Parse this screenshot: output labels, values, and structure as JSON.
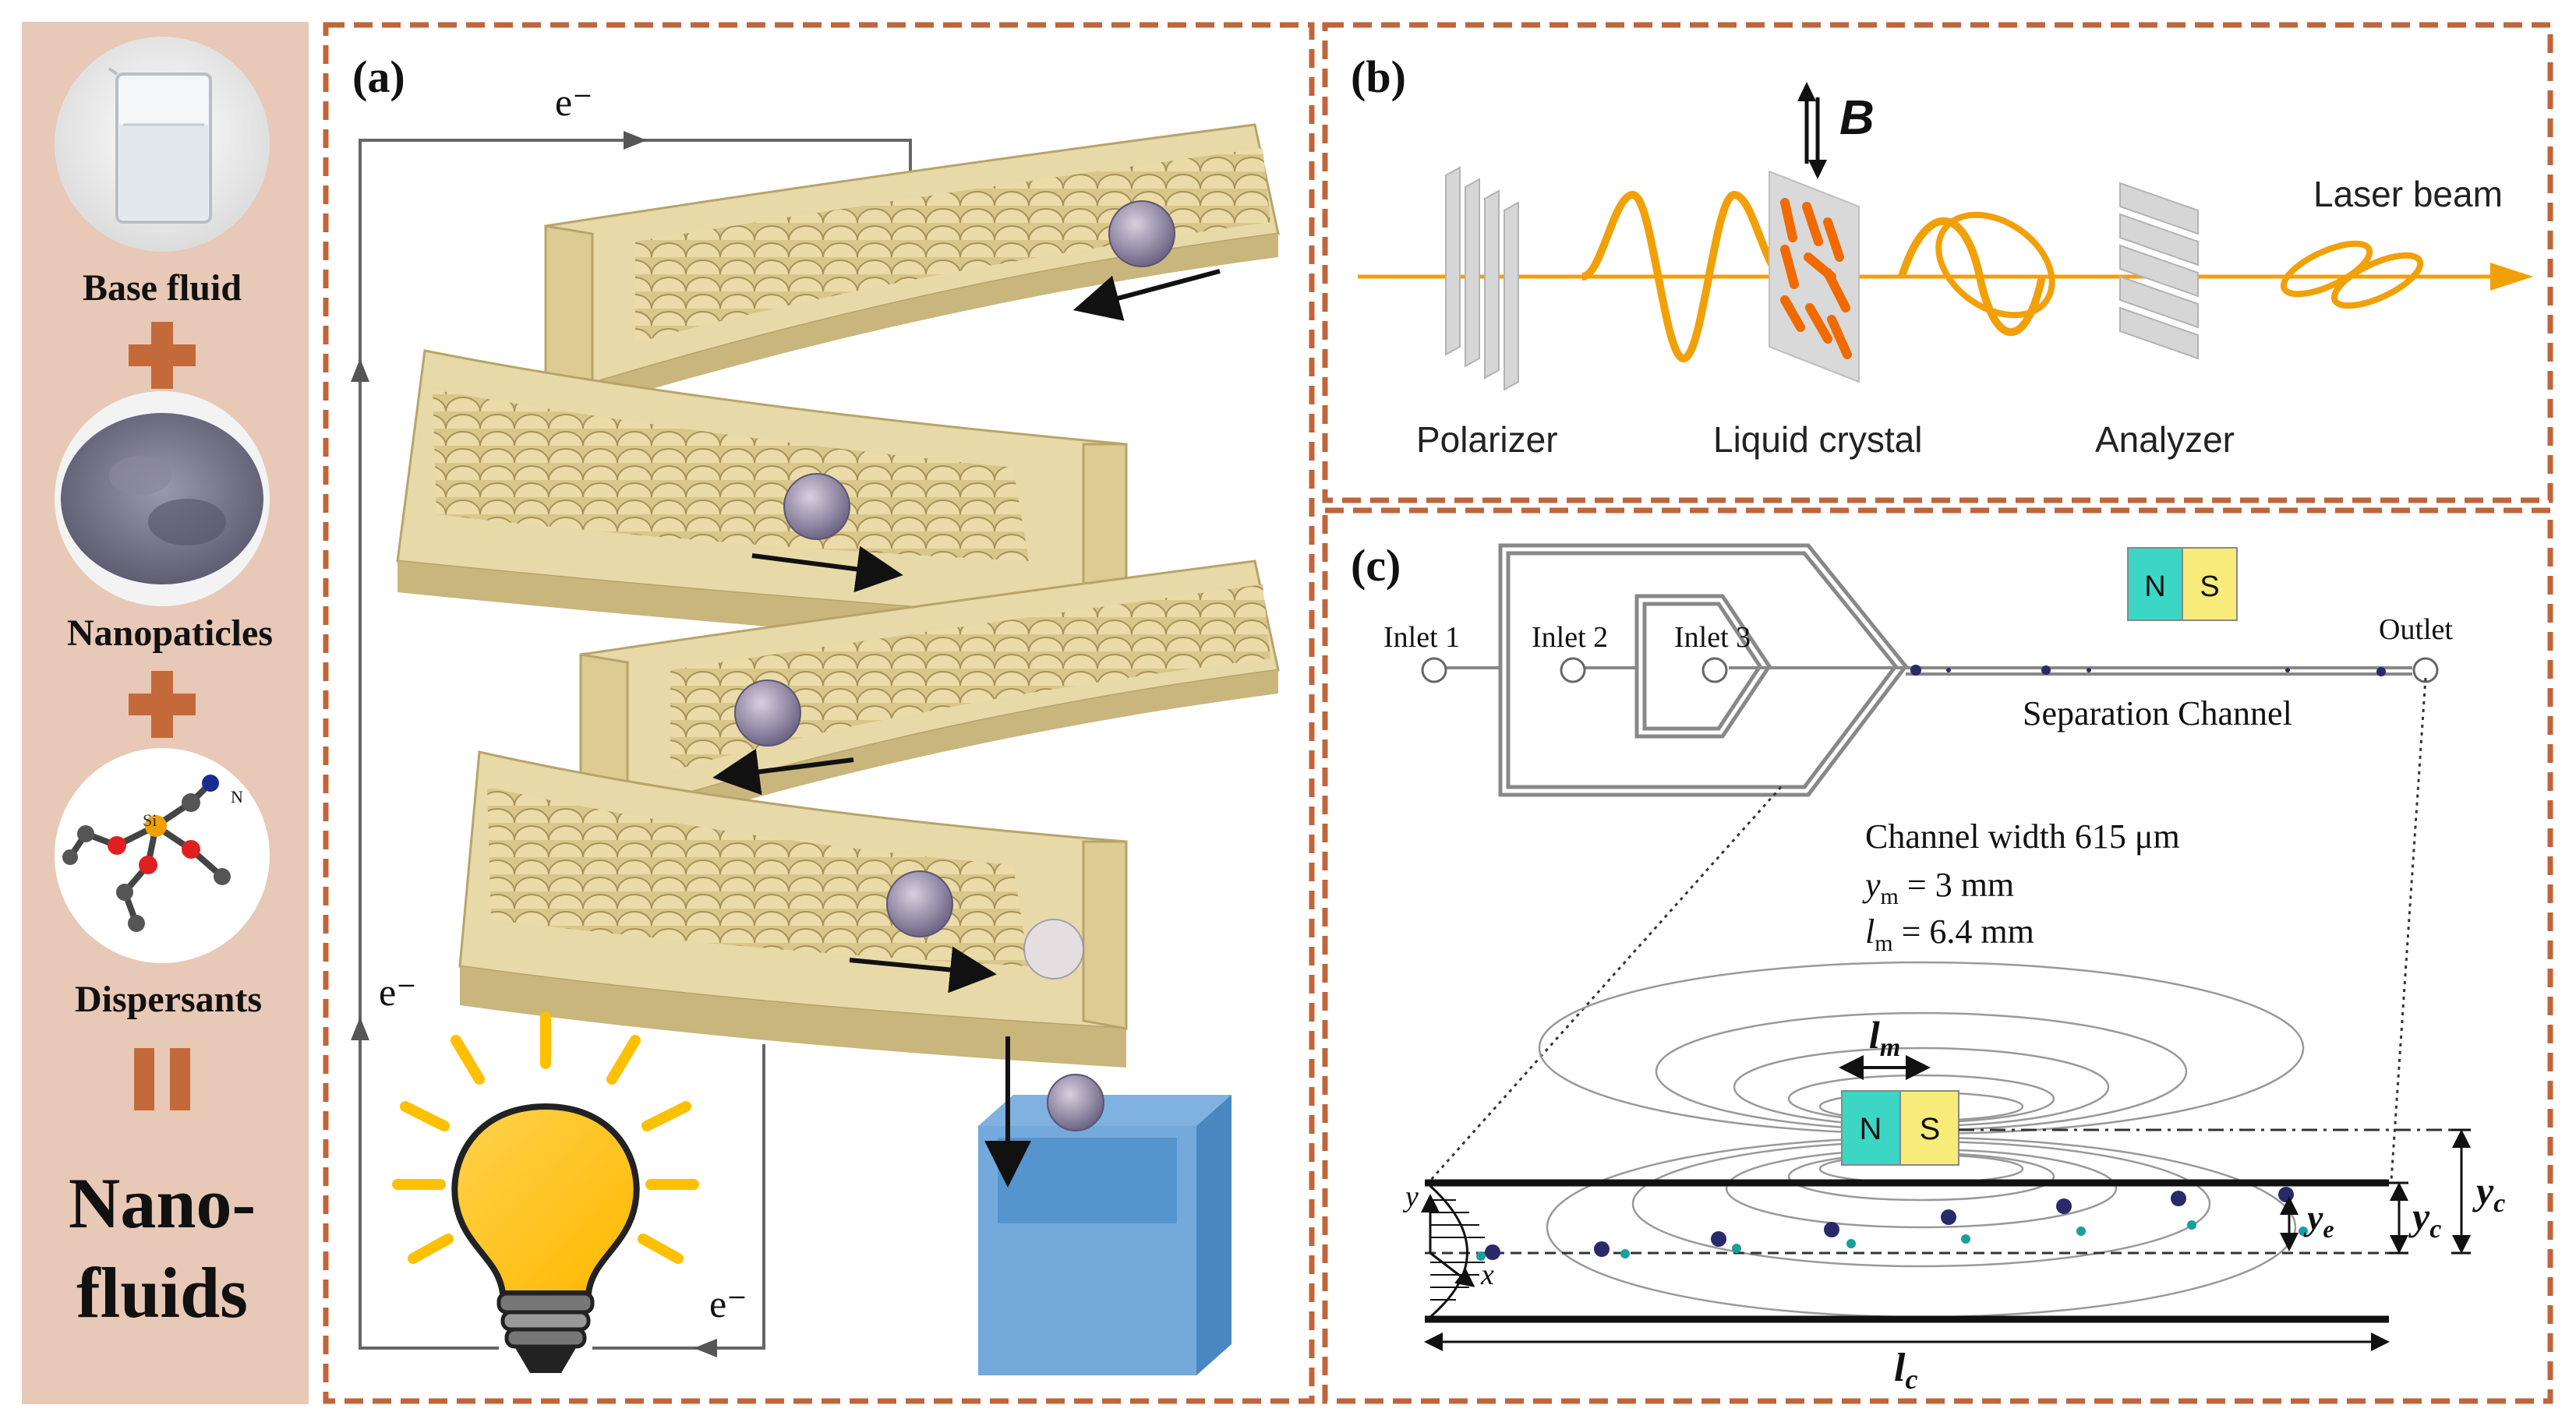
{
  "sidebar": {
    "label_base_fluid": "Base fluid",
    "label_nanoparticles": "Nanopaticles",
    "label_dispersants": "Dispersants",
    "label_title_line1": "Nano-",
    "label_title_line2": "fluids",
    "atom_si": "Si",
    "atom_n": "N"
  },
  "panel_a": {
    "tag": "(a)",
    "electron_top": "e⁻",
    "electron_left": "e⁻",
    "electron_bottom": "e⁻"
  },
  "panel_b": {
    "tag": "(b)",
    "field_label": "B",
    "laser_label": "Laser beam",
    "polarizer_label": "Polarizer",
    "crystal_label": "Liquid crystal",
    "analyzer_label": "Analyzer"
  },
  "panel_c": {
    "tag": "(c)",
    "magnet_n": "N",
    "magnet_s": "S",
    "inlet1": "Inlet 1",
    "inlet2": "Inlet 2",
    "inlet3": "Inlet 3",
    "outlet": "Outlet",
    "channel_label": "Separation Channel",
    "width_label": "Channel width 615 μm",
    "ym_label": "y",
    "ym_sub": "m",
    "ym_value": " = 3 mm",
    "lm_label": "l",
    "lm_sub": "m",
    "lm_value": " = 6.4 mm",
    "lm_dim": "l",
    "lm_dim_sub": "m",
    "ye_dim": "y",
    "ye_sub": "e",
    "yc_dim": "y",
    "yc_sub": "c",
    "yc2_dim": "y",
    "yc2_sub": "c",
    "lc_dim": "l",
    "lc_sub": "c",
    "axis_y": "y",
    "axis_x": "x"
  },
  "colors": {
    "frame_border": "#c0653a",
    "sidebar_bg": "#e8c8b6",
    "plus_color": "#c46a3a",
    "layer_fill": "#e8d9a8",
    "laser": "#f2a007",
    "magnet_n": "#3cd6c5",
    "magnet_s": "#f7ec7a",
    "bulb": "#ffc000",
    "box": "#5b9bd5"
  }
}
